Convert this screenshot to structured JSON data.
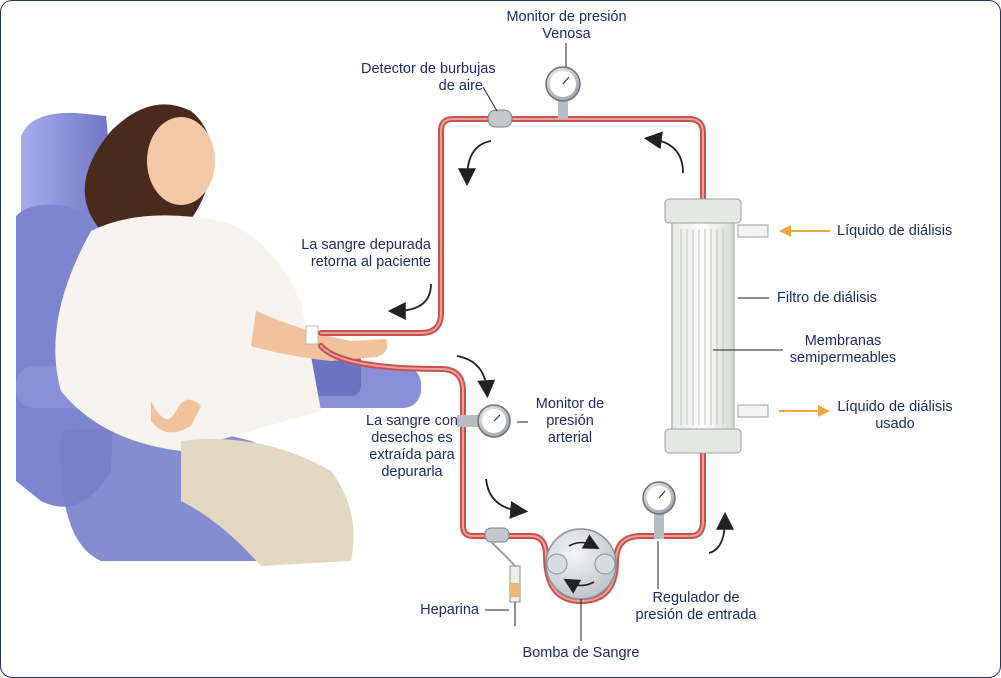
{
  "diagram": {
    "labels": {
      "venous_monitor": [
        "Monitor de presión",
        "Venosa"
      ],
      "bubble_detector": [
        "Detector de burbujas",
        "de aire"
      ],
      "blood_returns": [
        "La sangre depurada",
        "retorna al paciente"
      ],
      "dialysate_in": "Líquido de diálisis",
      "dialysis_filter": "Filtro de diálisis",
      "membranes": [
        "Membranas",
        "semipermeables"
      ],
      "arterial_monitor": [
        "Monitor de",
        "presión",
        "arterial"
      ],
      "blood_extracted": [
        "La sangre con",
        "desechos es",
        "extraída para",
        "depurarla"
      ],
      "dialysate_out": [
        "Líquido de diálisis",
        "usado"
      ],
      "heparin": "Heparina",
      "blood_pump": "Bomba de Sangre",
      "inflow_regulator": [
        "Regulador de",
        "presión de entrada"
      ]
    },
    "colors": {
      "text": "#1f2a6b",
      "tube": "#c9504c",
      "tube_light": "#e8a19b",
      "chair": "#8e95d8",
      "dialysate_arrow": "#f0a742",
      "frame": "#2a2f6e"
    }
  }
}
